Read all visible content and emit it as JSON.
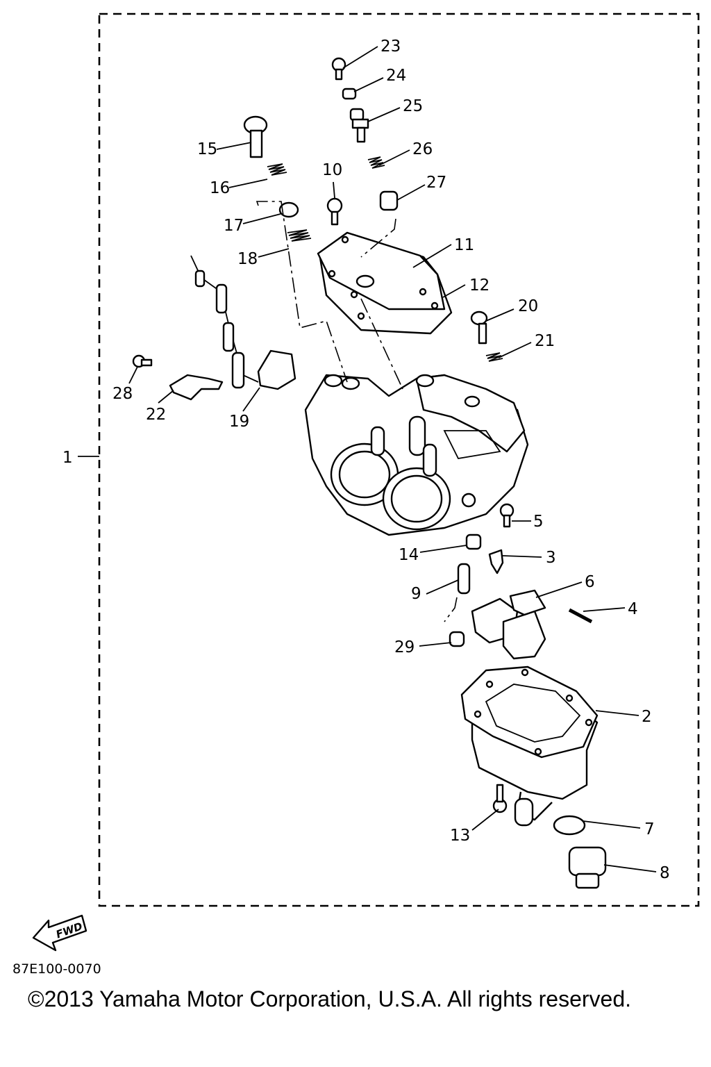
{
  "callouts": [
    {
      "id": "1",
      "label": "1"
    },
    {
      "id": "2",
      "label": "2"
    },
    {
      "id": "3",
      "label": "3"
    },
    {
      "id": "4",
      "label": "4"
    },
    {
      "id": "5",
      "label": "5"
    },
    {
      "id": "6",
      "label": "6"
    },
    {
      "id": "7",
      "label": "7"
    },
    {
      "id": "8",
      "label": "8"
    },
    {
      "id": "9",
      "label": "9"
    },
    {
      "id": "10",
      "label": "10"
    },
    {
      "id": "11",
      "label": "11"
    },
    {
      "id": "12",
      "label": "12"
    },
    {
      "id": "13",
      "label": "13"
    },
    {
      "id": "14",
      "label": "14"
    },
    {
      "id": "15",
      "label": "15"
    },
    {
      "id": "16",
      "label": "16"
    },
    {
      "id": "17",
      "label": "17"
    },
    {
      "id": "18",
      "label": "18"
    },
    {
      "id": "19",
      "label": "19"
    },
    {
      "id": "20",
      "label": "20"
    },
    {
      "id": "21",
      "label": "21"
    },
    {
      "id": "22",
      "label": "22"
    },
    {
      "id": "23",
      "label": "23"
    },
    {
      "id": "24",
      "label": "24"
    },
    {
      "id": "25",
      "label": "25"
    },
    {
      "id": "26",
      "label": "26"
    },
    {
      "id": "27",
      "label": "27"
    },
    {
      "id": "28",
      "label": "28"
    },
    {
      "id": "29",
      "label": "29"
    }
  ],
  "fwd_label": "FWD",
  "catalog_code": "87E100-0070",
  "copyright": "©2013 Yamaha Motor Corporation, U.S.A. All rights reserved."
}
